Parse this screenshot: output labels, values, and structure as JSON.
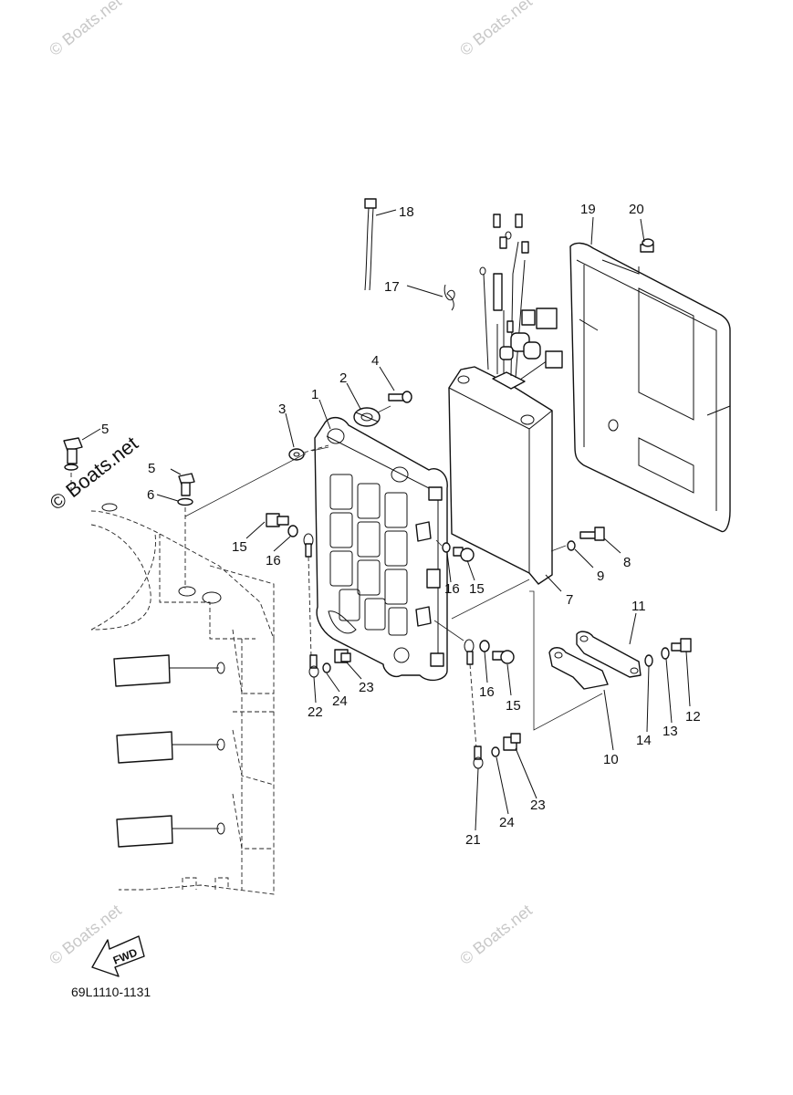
{
  "diagram": {
    "code": "69L1110-1131",
    "fwd_label": "FWD",
    "watermark": "© Boats.net",
    "watermark_main": "© Boats.net",
    "callouts": [
      {
        "id": "c1",
        "text": "1"
      },
      {
        "id": "c2",
        "text": "2"
      },
      {
        "id": "c3",
        "text": "3"
      },
      {
        "id": "c4",
        "text": "4"
      },
      {
        "id": "c5a",
        "text": "5"
      },
      {
        "id": "c5b",
        "text": "5"
      },
      {
        "id": "c6",
        "text": "6"
      },
      {
        "id": "c7",
        "text": "7"
      },
      {
        "id": "c8",
        "text": "8"
      },
      {
        "id": "c9",
        "text": "9"
      },
      {
        "id": "c10",
        "text": "10"
      },
      {
        "id": "c11",
        "text": "11"
      },
      {
        "id": "c12",
        "text": "12"
      },
      {
        "id": "c13",
        "text": "13"
      },
      {
        "id": "c14",
        "text": "14"
      },
      {
        "id": "c15a",
        "text": "15"
      },
      {
        "id": "c15b",
        "text": "15"
      },
      {
        "id": "c15c",
        "text": "15"
      },
      {
        "id": "c16a",
        "text": "16"
      },
      {
        "id": "c16b",
        "text": "16"
      },
      {
        "id": "c16c",
        "text": "16"
      },
      {
        "id": "c17",
        "text": "17"
      },
      {
        "id": "c18",
        "text": "18"
      },
      {
        "id": "c19",
        "text": "19"
      },
      {
        "id": "c20",
        "text": "20"
      },
      {
        "id": "c21",
        "text": "21"
      },
      {
        "id": "c22",
        "text": "22"
      },
      {
        "id": "c23a",
        "text": "23"
      },
      {
        "id": "c23b",
        "text": "23"
      },
      {
        "id": "c24a",
        "text": "24"
      },
      {
        "id": "c24b",
        "text": "24"
      }
    ]
  }
}
